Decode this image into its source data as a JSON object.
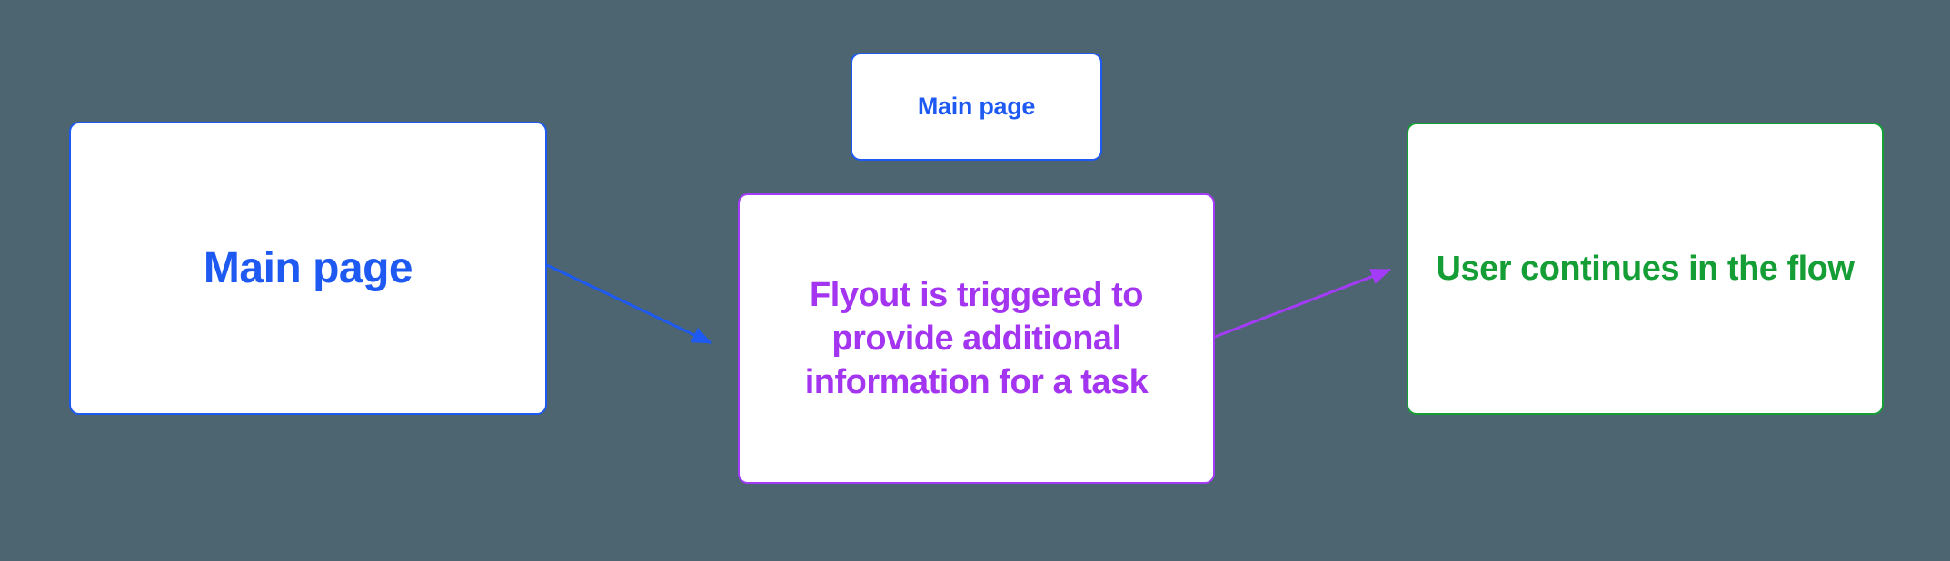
{
  "canvas": {
    "background_color": "#4C6570"
  },
  "nodes": {
    "main_page_large": {
      "label": "Main page",
      "text_color": "#1E5AF2",
      "border_color": "#1E5AF2",
      "fill_color": "#FFFFFF"
    },
    "main_page_small": {
      "label": "Main page",
      "text_color": "#1E5AF2",
      "border_color": "#1E5AF2",
      "fill_color": "#FFFFFF"
    },
    "flyout": {
      "label": "Flyout is triggered to provide additional information for a task",
      "lines": [
        "Flyout is triggered to",
        "provide additional",
        "information for a task"
      ],
      "text_color": "#A335F0",
      "border_color": "#A43BF8",
      "fill_color": "#FFFFFF"
    },
    "user_continues": {
      "label": "User continues in the flow",
      "text_color": "#149E35",
      "border_color": "#149E35",
      "fill_color": "#FFFFFF"
    }
  },
  "connectors": [
    {
      "name": "main-page-to-flyout",
      "color": "#1E5AF2",
      "from": "main_page_large",
      "to": "flyout"
    },
    {
      "name": "flyout-to-user-continues",
      "color": "#A43BF8",
      "from": "flyout",
      "to": "user_continues"
    }
  ]
}
